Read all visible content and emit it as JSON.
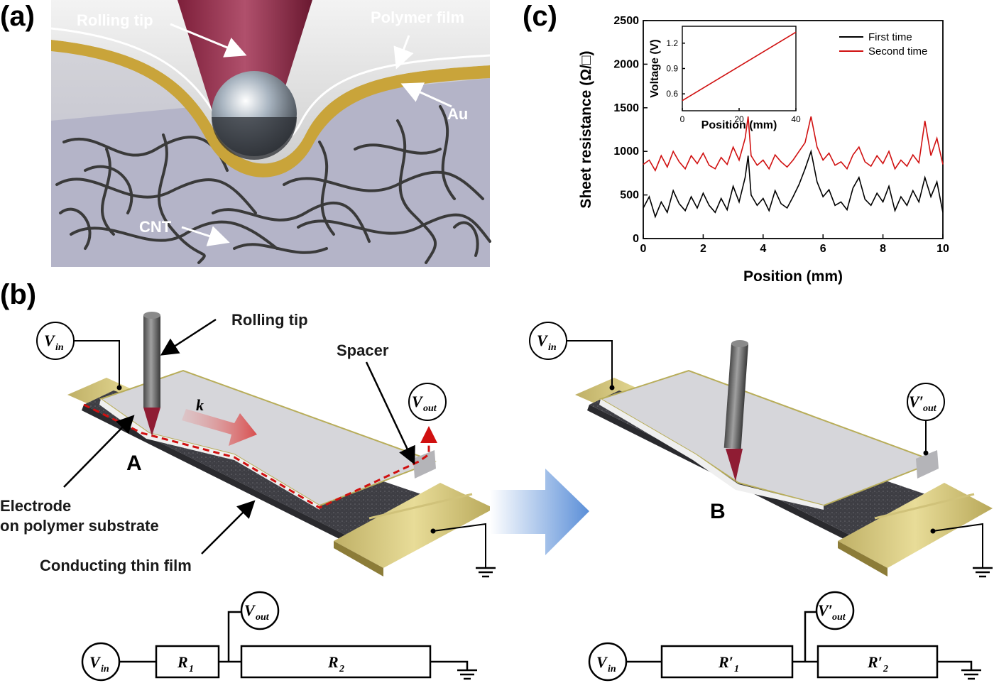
{
  "panels": {
    "a": {
      "label": "(a)",
      "callouts": {
        "rolling_tip": "Rolling tip",
        "polymer_film": "Polymer film",
        "au": "Au",
        "cnt": "CNT"
      }
    },
    "b": {
      "label": "(b)",
      "callouts": {
        "rolling_tip": "Rolling tip",
        "spacer": "Spacer",
        "electrode_line1": "Electrode",
        "electrode_line2": "on polymer substrate",
        "conducting_film": "Conducting thin film",
        "point_a": "A",
        "point_b": "B",
        "direction": "k"
      },
      "symbols": {
        "v_in": "V",
        "v_in_sub": "in",
        "v_out": "V",
        "v_out_sub": "out",
        "v_out_prime": "V′",
        "r1": "R",
        "r1_sub": "1",
        "r2": "R",
        "r2_sub": "2",
        "r1_prime": "R′",
        "r2_prime": "R′"
      }
    },
    "c": {
      "label": "(c)"
    }
  },
  "colors": {
    "tip": "#9b2d4a",
    "gold": "#c9a43a",
    "substrate": "#a8a8b8",
    "cnt": "#3a3a3a",
    "first_time": "#000000",
    "second_time": "#d01010",
    "arrow_blue": "#5b8fd8"
  },
  "chart_data": [
    {
      "type": "line",
      "xlabel": "Position (mm)",
      "ylabel": "Sheet resistance (Ω/□)",
      "xlim": [
        0,
        10
      ],
      "ylim": [
        0,
        2500
      ],
      "xticks": [
        "0",
        "2",
        "4",
        "6",
        "8",
        "10"
      ],
      "yticks": [
        "0",
        "500",
        "1000",
        "1500",
        "2000",
        "2500"
      ],
      "legend_position": "top-right",
      "series": [
        {
          "name": "First time",
          "color": "#000000",
          "x": [
            0,
            0.2,
            0.4,
            0.6,
            0.8,
            1,
            1.2,
            1.4,
            1.6,
            1.8,
            2,
            2.2,
            2.4,
            2.6,
            2.8,
            3,
            3.2,
            3.4,
            3.5,
            3.6,
            3.8,
            4,
            4.2,
            4.4,
            4.6,
            4.8,
            5,
            5.2,
            5.4,
            5.6,
            5.8,
            6,
            6.2,
            6.4,
            6.6,
            6.8,
            7,
            7.2,
            7.4,
            7.6,
            7.8,
            8,
            8.2,
            8.4,
            8.6,
            8.8,
            9,
            9.2,
            9.4,
            9.6,
            9.8,
            10
          ],
          "y": [
            350,
            480,
            250,
            420,
            300,
            550,
            400,
            320,
            480,
            350,
            520,
            380,
            300,
            460,
            330,
            600,
            420,
            700,
            950,
            500,
            380,
            460,
            320,
            550,
            400,
            350,
            480,
            620,
            800,
            1000,
            650,
            480,
            560,
            380,
            420,
            330,
            580,
            700,
            450,
            380,
            520,
            420,
            600,
            320,
            480,
            380,
            550,
            420,
            700,
            480,
            650,
            300
          ]
        },
        {
          "name": "Second time",
          "color": "#d01010",
          "x": [
            0,
            0.2,
            0.4,
            0.6,
            0.8,
            1,
            1.2,
            1.4,
            1.6,
            1.8,
            2,
            2.2,
            2.4,
            2.6,
            2.8,
            3,
            3.2,
            3.4,
            3.5,
            3.6,
            3.8,
            4,
            4.2,
            4.4,
            4.6,
            4.8,
            5,
            5.2,
            5.4,
            5.6,
            5.8,
            6,
            6.2,
            6.4,
            6.6,
            6.8,
            7,
            7.2,
            7.4,
            7.6,
            7.8,
            8,
            8.2,
            8.4,
            8.6,
            8.8,
            9,
            9.2,
            9.4,
            9.6,
            9.8,
            10
          ],
          "y": [
            850,
            900,
            780,
            950,
            820,
            1000,
            880,
            800,
            950,
            860,
            980,
            840,
            800,
            930,
            850,
            1050,
            900,
            1150,
            1400,
            950,
            840,
            900,
            800,
            960,
            880,
            820,
            900,
            1000,
            1100,
            1400,
            1050,
            900,
            980,
            840,
            880,
            800,
            960,
            1050,
            880,
            830,
            950,
            860,
            1000,
            800,
            900,
            830,
            960,
            870,
            1350,
            950,
            1150,
            850
          ]
        }
      ]
    },
    {
      "type": "line",
      "xlabel": "Position (mm)",
      "ylabel": "Voltage (V)",
      "xlim": [
        0,
        40
      ],
      "ylim": [
        0.4,
        1.4
      ],
      "xticks": [
        "0",
        "20",
        "40"
      ],
      "yticks": [
        "0.6",
        "0.9",
        "1.2"
      ],
      "series": [
        {
          "color": "#d01010",
          "x": [
            0,
            40
          ],
          "y": [
            0.52,
            1.33
          ]
        }
      ]
    }
  ]
}
